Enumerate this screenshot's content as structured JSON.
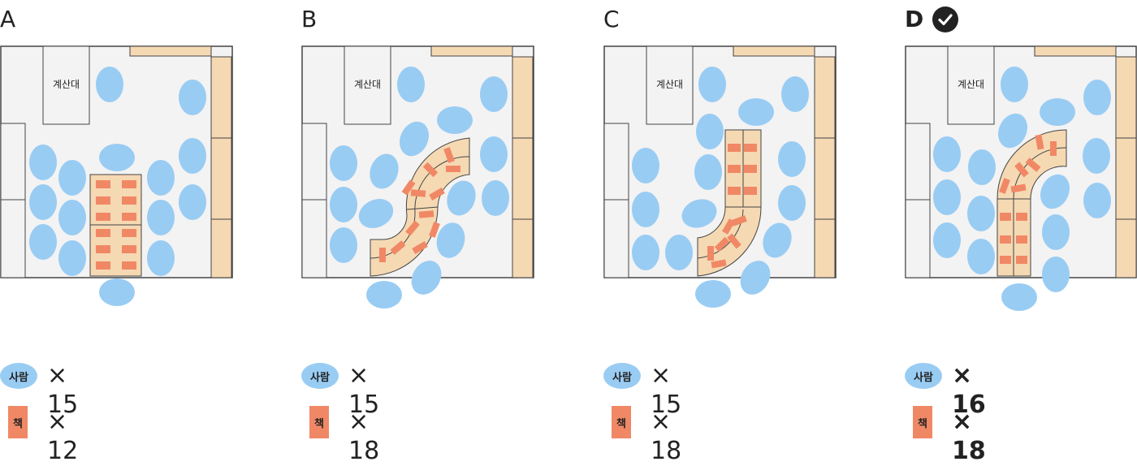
{
  "panels": [
    {
      "label": "A",
      "counter_label": "계산대",
      "person_label": "사람",
      "book_label": "책",
      "people_count": "× 15",
      "book_count": "× 12",
      "selected": false
    },
    {
      "label": "B",
      "counter_label": "계산대",
      "person_label": "사람",
      "book_label": "책",
      "people_count": "× 15",
      "book_count": "× 18",
      "selected": false
    },
    {
      "label": "C",
      "counter_label": "계산대",
      "person_label": "사람",
      "book_label": "책",
      "people_count": "× 15",
      "book_count": "× 18",
      "selected": false
    },
    {
      "label": "D",
      "counter_label": "계산대",
      "person_label": "사람",
      "book_label": "책",
      "people_count": "× 16",
      "book_count": "× 18",
      "selected": true
    }
  ],
  "icons": {
    "selected": "check-circle-icon"
  },
  "colors": {
    "person": "#99ccf3",
    "book": "#f08866",
    "shelf": "#f5d9b3",
    "floor": "#f3f3f3"
  }
}
